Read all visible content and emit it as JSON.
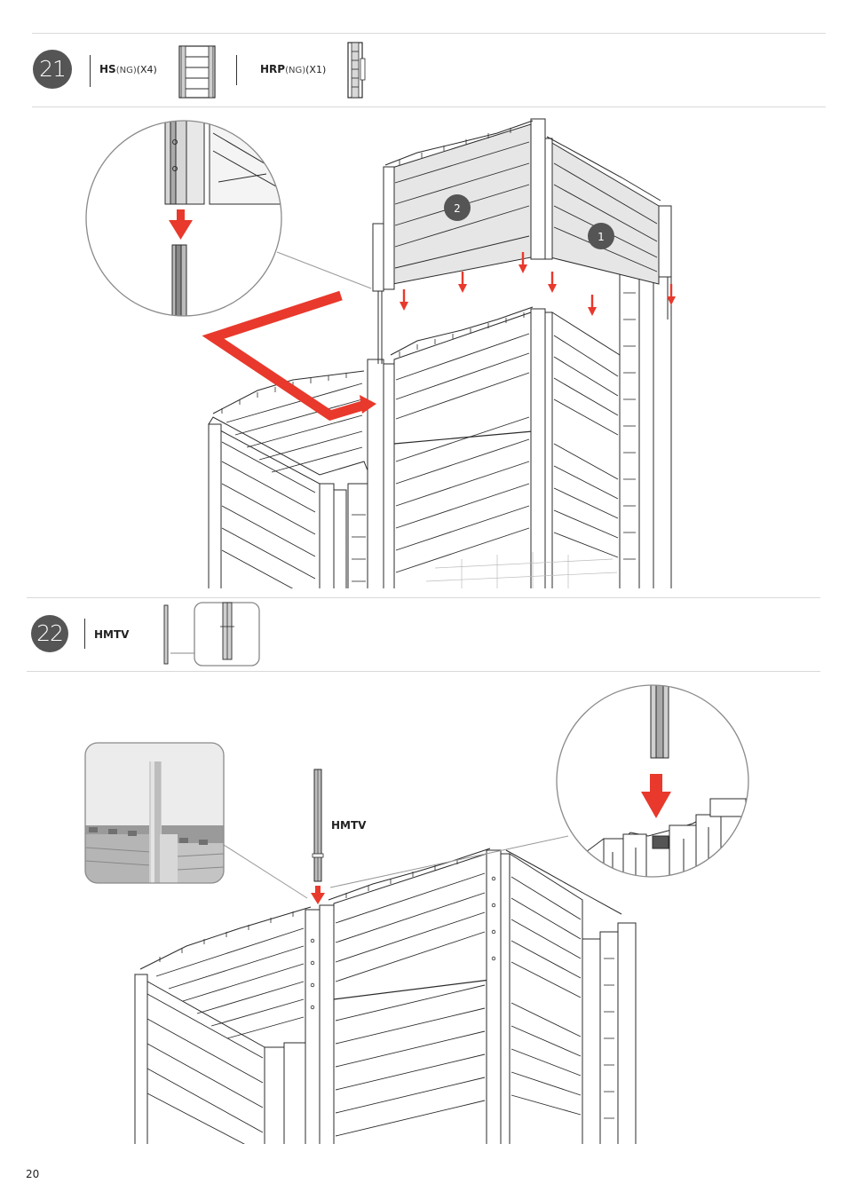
{
  "page_number": "20",
  "steps": [
    {
      "number": "21",
      "parts": [
        {
          "code": "HS",
          "variant": "(NG)",
          "qty": "(X4)",
          "icon": "wall-panel-icon"
        },
        {
          "code": "HRP",
          "variant": "(NG)",
          "qty": "(X1)",
          "icon": "corner-post-icon"
        }
      ],
      "callouts": [
        "2",
        "1"
      ]
    },
    {
      "number": "22",
      "parts": [
        {
          "code": "HMTV",
          "icon": "metal-bar-icon"
        }
      ],
      "diagram_label": "HMTV"
    }
  ],
  "colors": {
    "accent_arrow": "#e8392c",
    "step_circle": "#555555",
    "line": "#2b2b2b",
    "panel_fill": "#e6e6e6"
  }
}
